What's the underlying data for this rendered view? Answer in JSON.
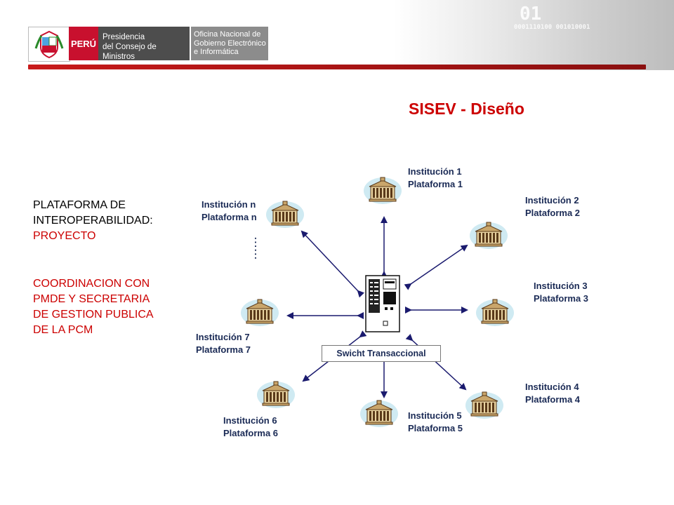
{
  "header": {
    "brand_word": "PERÚ",
    "pcm_line1": "Presidencia",
    "pcm_line2": "del Consejo de Ministros",
    "onegi_line1": "Oficina Nacional de",
    "onegi_line2": "Gobierno Electrónico",
    "onegi_line3": "e Informática",
    "digits_big": "01",
    "digits_small": "0001110100 001010001"
  },
  "title": "SISEV - Diseño",
  "left_panel": {
    "line1": "PLATAFORMA DE",
    "line2": "INTEROPERABILIDAD:",
    "line3": "PROYECTO",
    "block2_line1": "COORDINACION CON",
    "block2_line2": "PMDE Y SECRETARIA",
    "block2_line3": "DE GESTION PUBLICA",
    "block2_line4": "DE LA PCM",
    "color_dark": "#000000",
    "color_accent": "#cc0000"
  },
  "diagram": {
    "center": "Swicht Transaccional",
    "ellipsis": "......",
    "nodes": [
      {
        "inst": "Institución 1",
        "plat": "Plataforma 1"
      },
      {
        "inst": "Institución 2",
        "plat": "Plataforma 2"
      },
      {
        "inst": "Institución 3",
        "plat": "Plataforma 3"
      },
      {
        "inst": "Institución 4",
        "plat": "Plataforma 4"
      },
      {
        "inst": "Institución 5",
        "plat": "Plataforma 5"
      },
      {
        "inst": "Institución 6",
        "plat": "Plataforma 6"
      },
      {
        "inst": "Institución 7",
        "plat": "Plataforma 7"
      },
      {
        "inst": "Institución n",
        "plat": "Plataforma n"
      }
    ],
    "arrow_color": "#1a1a6e"
  }
}
